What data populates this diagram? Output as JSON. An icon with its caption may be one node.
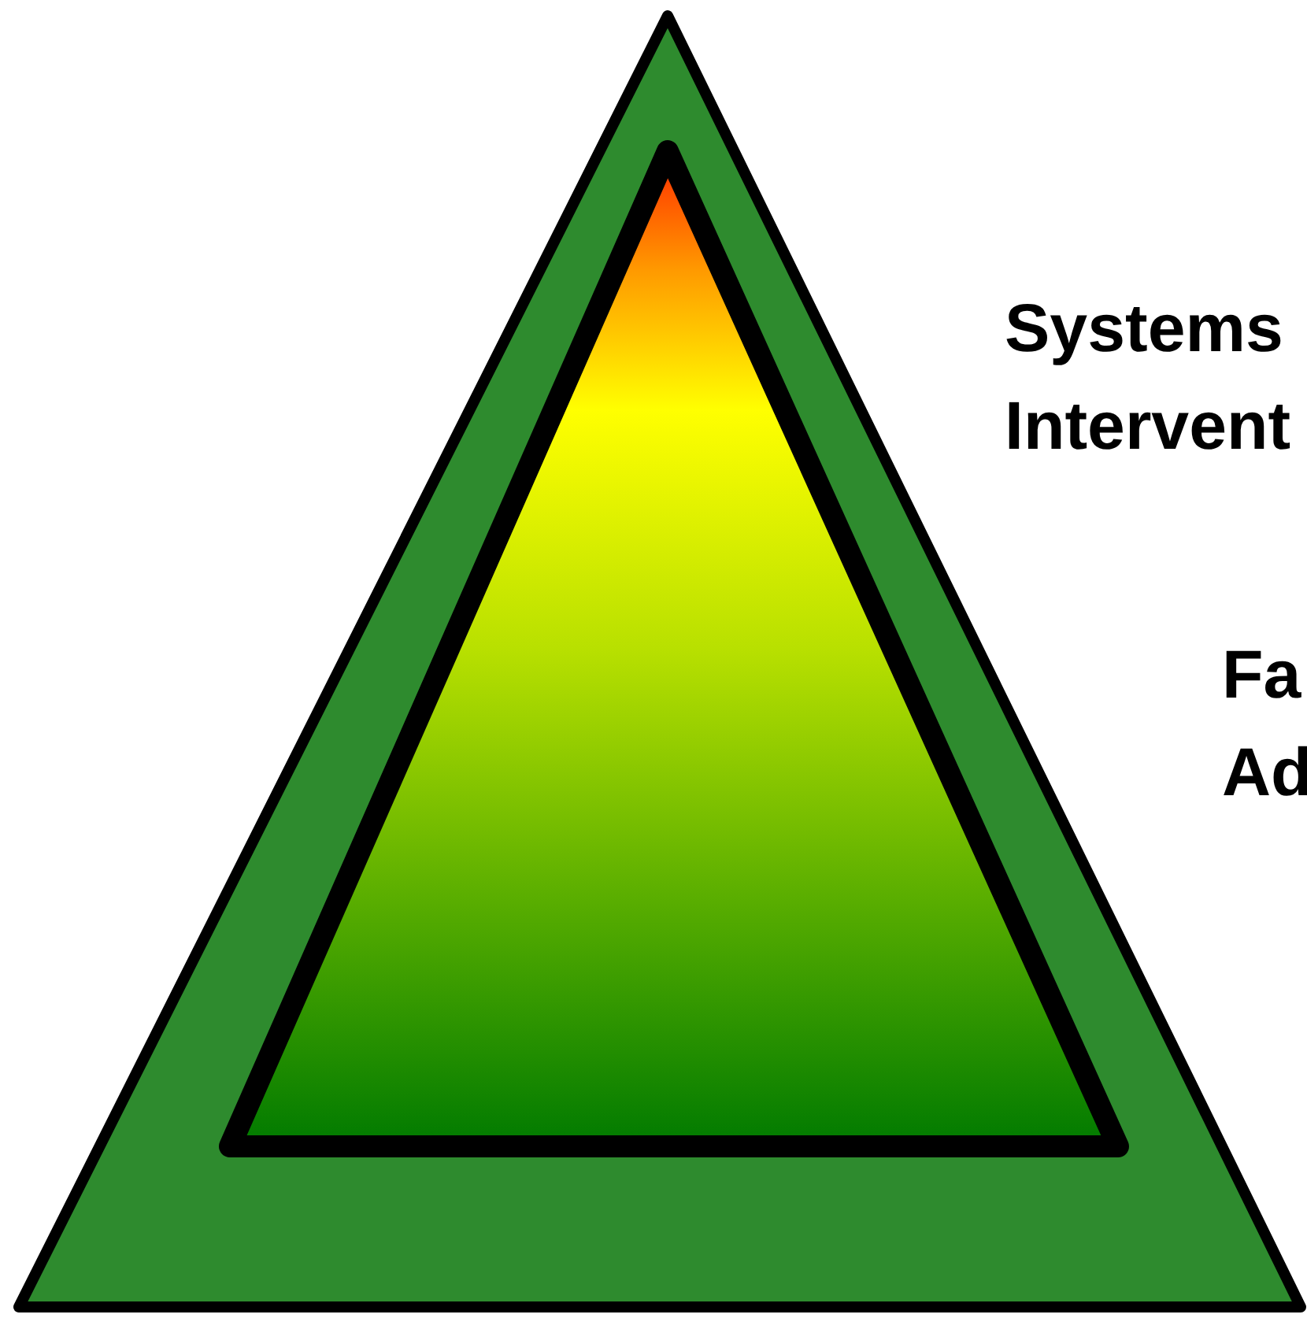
{
  "diagram": {
    "nodes": [
      {
        "text": [],
        "shape": "triangle"
      },
      {
        "text": [],
        "shape": "triangle",
        "in": 0
      }
    ],
    "labels": [
      "Systems Intervent",
      "Fa Ad"
    ]
  }
}
